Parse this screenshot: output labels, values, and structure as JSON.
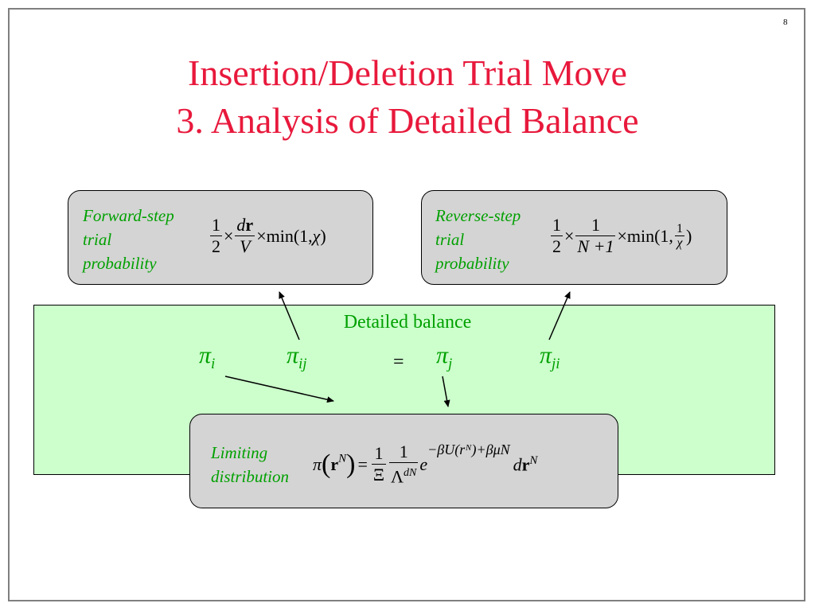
{
  "slide": {
    "page_number": "8",
    "title_line1": "Insertion/Deletion Trial Move",
    "title_line2": "3.  Analysis of Detailed Balance"
  },
  "forward": {
    "label_line1": "Forward-step",
    "label_line2": "trial",
    "label_line3": "probability",
    "one": "1",
    "two": "2",
    "times": "×",
    "d": "d",
    "r": "r",
    "V": "V",
    "min_open": "min(1, ",
    "chi": "χ",
    "close": ")"
  },
  "reverse": {
    "label_line1": "Reverse-step",
    "label_line2": "trial",
    "label_line3": "probability",
    "one": "1",
    "two": "2",
    "times": "×",
    "N_plus_1": "N +1",
    "min_open": "min(1, ",
    "chi": "χ",
    "close": ")"
  },
  "detailed_balance": {
    "label": "Detailed balance",
    "pi": "π",
    "sub_i": "i",
    "sub_ij": "ij",
    "sub_j": "j",
    "sub_ji": "ji",
    "equals": "="
  },
  "limiting": {
    "label_line1": "Limiting",
    "label_line2": "distribution",
    "pi": "π",
    "r": "r",
    "N": "N",
    "equals": "=",
    "one": "1",
    "Xi": "Ξ",
    "Lambda": "Λ",
    "dN": "dN",
    "e": "e",
    "exponent": "−βU(rᴺ)+βμN",
    "d": "d"
  },
  "colors": {
    "title": "#e8193c",
    "green_text": "#00a000",
    "green_box": "#ccffcc",
    "gray_box": "#d4d4d4"
  }
}
